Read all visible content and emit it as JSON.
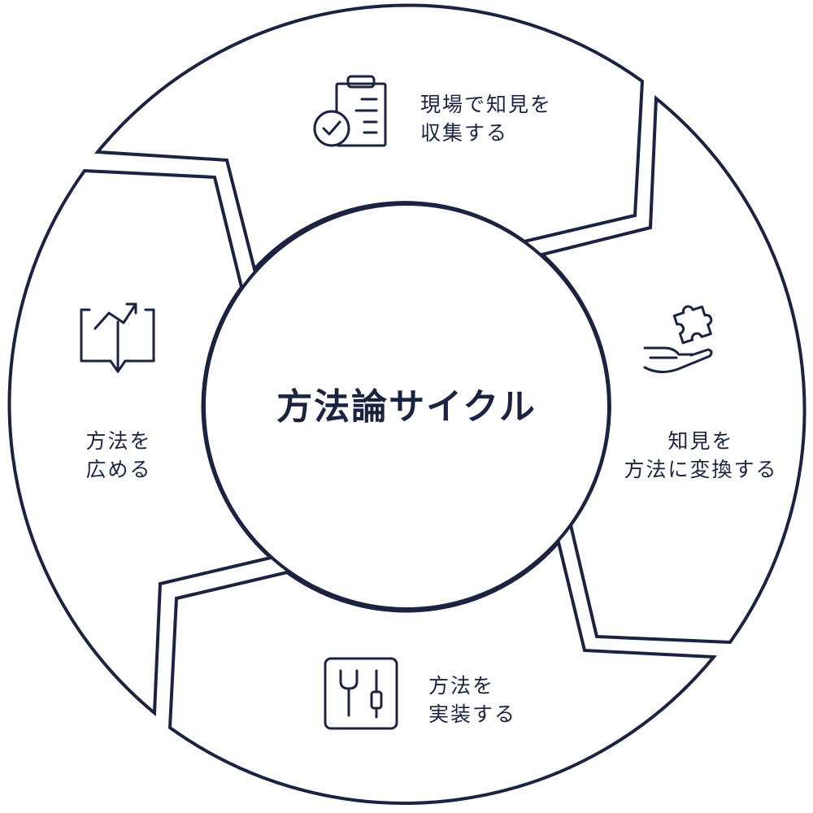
{
  "center": {
    "title": "方法論サイクル"
  },
  "steps": [
    {
      "id": "collect",
      "icon": "clipboard-check-icon",
      "line1": "現場で知見を",
      "line2": "収集する"
    },
    {
      "id": "transform",
      "icon": "hand-puzzle-icon",
      "line1": "知見を",
      "line2": "方法に変換する"
    },
    {
      "id": "implement",
      "icon": "tools-panel-icon",
      "line1": "方法を",
      "line2": "実装する"
    },
    {
      "id": "spread",
      "icon": "book-growth-arrow-icon",
      "line1": "方法を",
      "line2": "広める"
    }
  ],
  "colors": {
    "stroke": "#1b2340",
    "fill": "#ffffff"
  }
}
